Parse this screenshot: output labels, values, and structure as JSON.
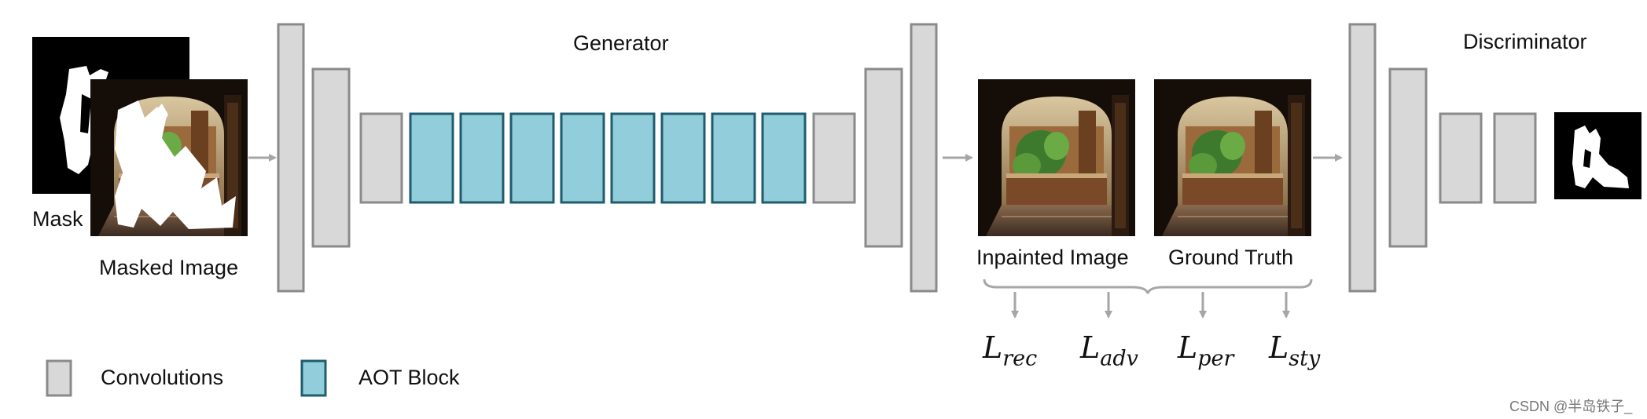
{
  "diagram": {
    "generator_title": "Generator",
    "discriminator_title": "Discriminator",
    "mask_label": "Mask",
    "masked_image_label": "Masked Image",
    "inpainted_label": "Inpainted Image",
    "ground_truth_label": "Ground Truth",
    "losses": [
      {
        "symbol": "L",
        "sub": "rec"
      },
      {
        "symbol": "L",
        "sub": "adv"
      },
      {
        "symbol": "L",
        "sub": "per"
      },
      {
        "symbol": "L",
        "sub": "sty"
      }
    ]
  },
  "legend": {
    "convolutions": "Convolutions",
    "aot_block": "AOT Block"
  },
  "watermark": "CSDN @半岛铁子_",
  "colors": {
    "conv_fill": "#d8d8d8",
    "conv_stroke": "#8a8a8a",
    "aot_fill": "#92cddc",
    "aot_stroke": "#1f5c6e",
    "arrow": "#a6a6a6"
  }
}
